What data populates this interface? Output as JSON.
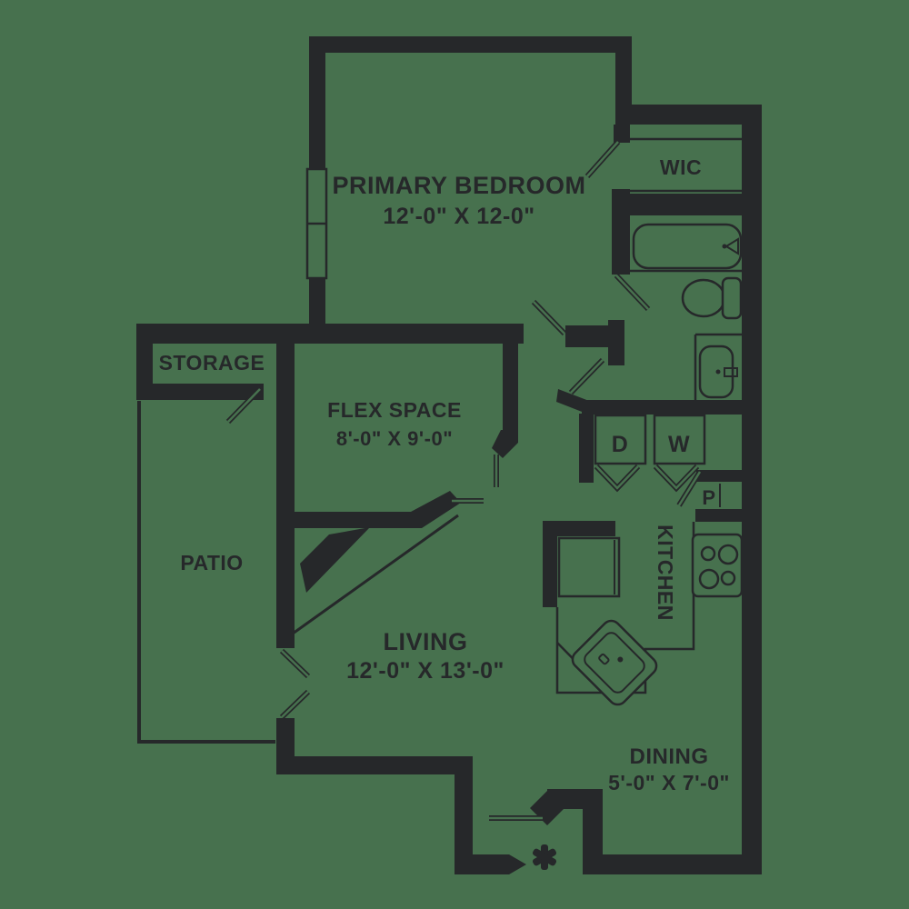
{
  "title": "Apartment floor plan",
  "colors": {
    "background": "#47714e",
    "ink": "#26282a"
  },
  "rooms": [
    {
      "id": "primary-bedroom",
      "name": "PRIMARY BEDROOM",
      "dims": "12'-0\" X 12-0\""
    },
    {
      "id": "wic",
      "name": "WIC",
      "dims": ""
    },
    {
      "id": "storage",
      "name": "STORAGE",
      "dims": ""
    },
    {
      "id": "flex-space",
      "name": "FLEX SPACE",
      "dims": "8'-0\" X 9'-0\""
    },
    {
      "id": "patio",
      "name": "PATIO",
      "dims": ""
    },
    {
      "id": "living",
      "name": "LIVING",
      "dims": "12'-0\" X 13'-0\""
    },
    {
      "id": "kitchen",
      "name": "KITCHEN",
      "dims": ""
    },
    {
      "id": "dining",
      "name": "DINING",
      "dims": "5'-0\" X 7'-0\""
    }
  ],
  "fixtures": {
    "dryer_label": "D",
    "washer_label": "W",
    "pantry_label": "P",
    "entry_marker": "asterisk"
  }
}
